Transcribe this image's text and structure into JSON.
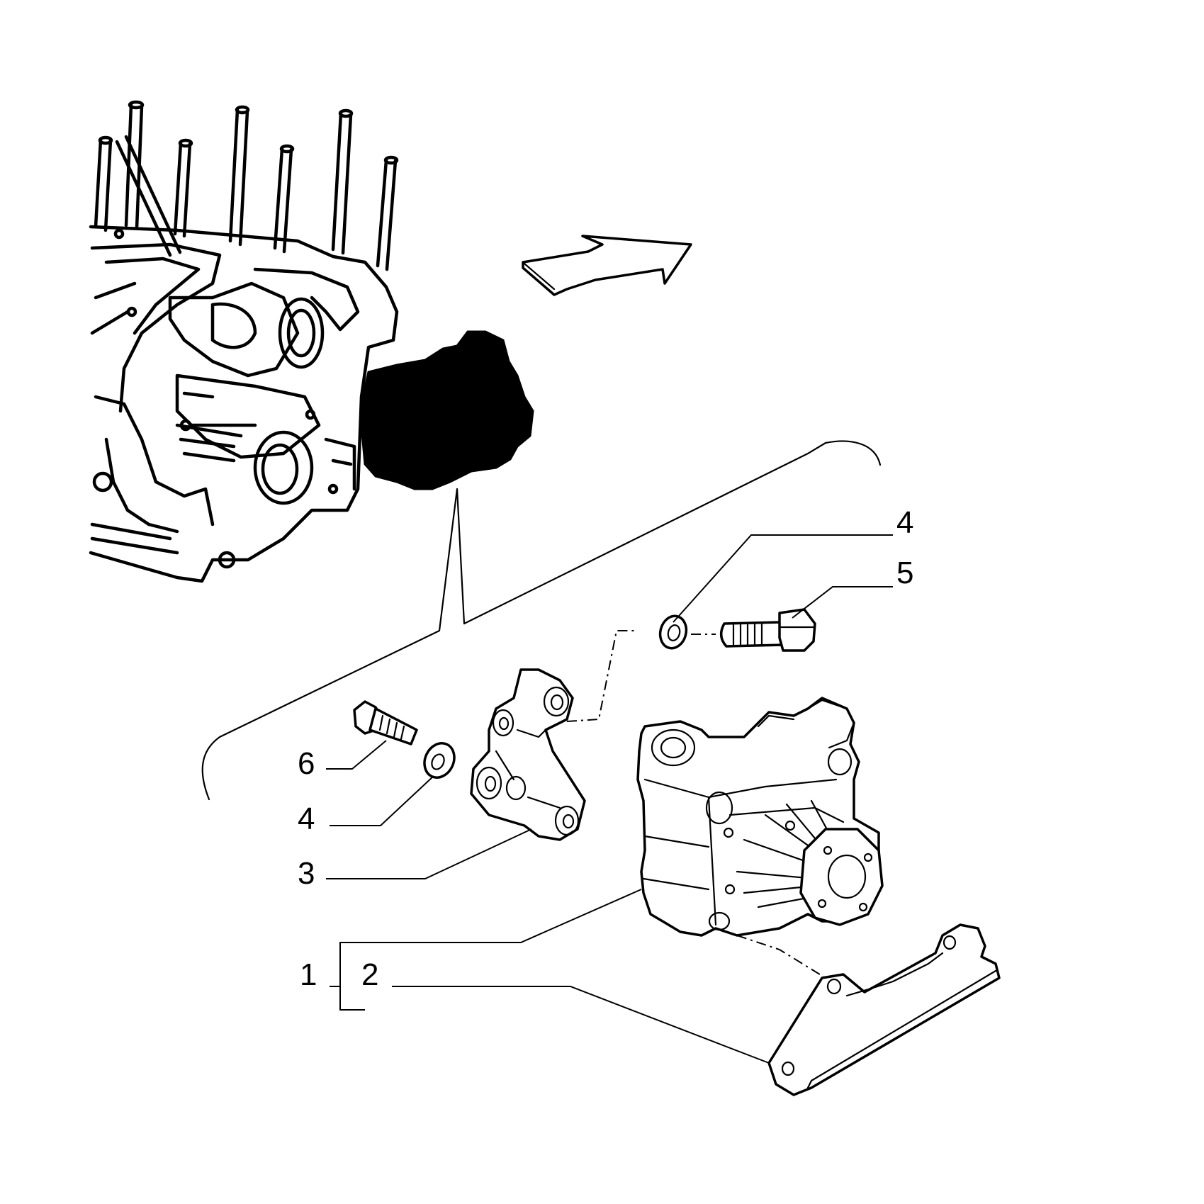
{
  "callouts": {
    "c1": "1",
    "c2": "2",
    "c3": "3",
    "c4_left": "4",
    "c4_top": "4",
    "c5": "5",
    "c6": "6"
  },
  "colors": {
    "ink": "#000000",
    "paper": "#ffffff"
  }
}
